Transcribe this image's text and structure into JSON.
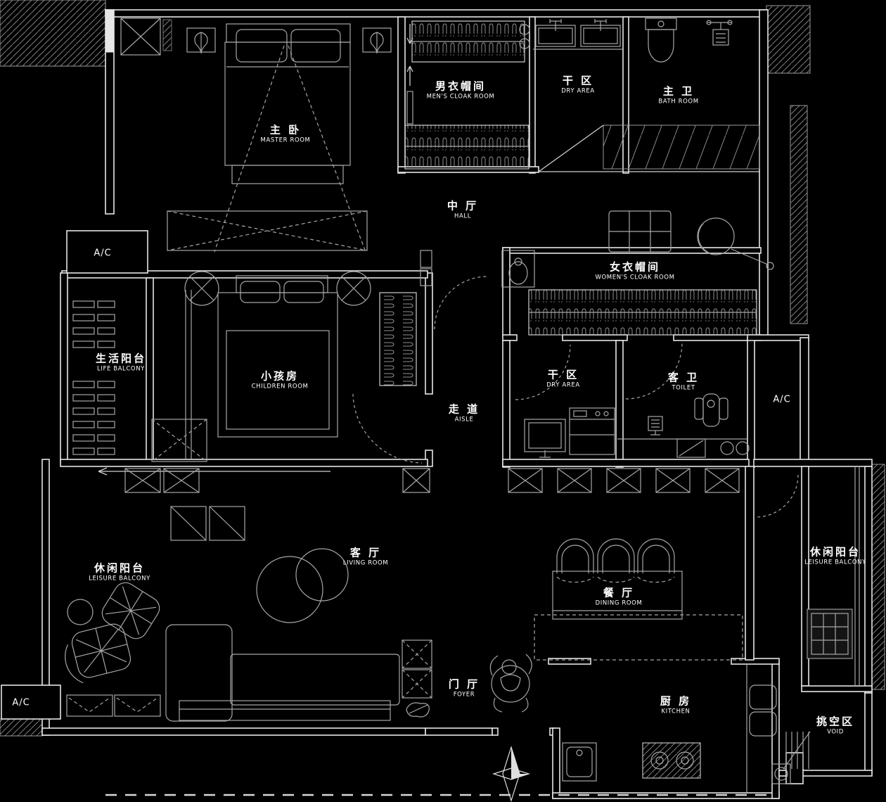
{
  "title": "apartment floor plan",
  "colors": {
    "background": "#000000",
    "wall_line": "#e6e6e6",
    "furniture_line": "#a6a6a6",
    "text": "#ffffff"
  },
  "rooms": [
    {
      "id": "master-room",
      "zh": "主 卧",
      "en": "MASTER ROOM"
    },
    {
      "id": "mens-cloak-room",
      "zh": "男衣帽间",
      "en": "MEN'S CLOAK ROOM"
    },
    {
      "id": "dry-area-top",
      "zh": "干 区",
      "en": "DRY AREA"
    },
    {
      "id": "bath-room",
      "zh": "主 卫",
      "en": "BATH ROOM"
    },
    {
      "id": "hall",
      "zh": "中 厅",
      "en": "HALL"
    },
    {
      "id": "womens-cloak-room",
      "zh": "女衣帽间",
      "en": "WOMEN'S CLOAK ROOM"
    },
    {
      "id": "life-balcony",
      "zh": "生活阳台",
      "en": "LIFE BALCONY"
    },
    {
      "id": "children-room",
      "zh": "小孩房",
      "en": "CHILDREN ROOM"
    },
    {
      "id": "aisle",
      "zh": "走 道",
      "en": "AISLE"
    },
    {
      "id": "dry-area-2",
      "zh": "干 区",
      "en": "DRY AREA"
    },
    {
      "id": "toilet",
      "zh": "客 卫",
      "en": "TOILET"
    },
    {
      "id": "leisure-balcony-left",
      "zh": "休闲阳台",
      "en": "LEISURE BALCONY"
    },
    {
      "id": "living-room",
      "zh": "客 厅",
      "en": "LIVING ROOM"
    },
    {
      "id": "dining-room",
      "zh": "餐 厅",
      "en": "DINING ROOM"
    },
    {
      "id": "foyer",
      "zh": "门 厅",
      "en": "FOYER"
    },
    {
      "id": "kitchen",
      "zh": "厨 房",
      "en": "KITCHEN"
    },
    {
      "id": "leisure-balcony-right",
      "zh": "休闲阳台",
      "en": "LEISURE BALCONY"
    },
    {
      "id": "void",
      "zh": "挑空区",
      "en": "VOID"
    }
  ],
  "ac_units": [
    {
      "id": "ac-left",
      "label": "A/C"
    },
    {
      "id": "ac-right",
      "label": "A/C"
    },
    {
      "id": "ac-bottom-left",
      "label": "A/C"
    }
  ]
}
